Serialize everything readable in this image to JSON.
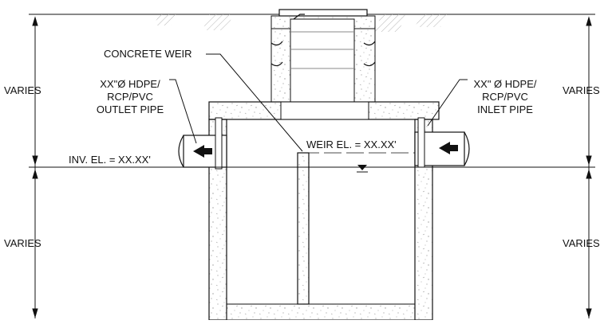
{
  "labels": {
    "concrete_weir": "CONCRETE WEIR",
    "outlet_pipe": [
      "XX\"Ø HDPE/",
      "RCP/PVC",
      "OUTLET PIPE"
    ],
    "inlet_pipe": [
      "XX\" Ø HDPE/",
      "RCP/PVC",
      "INLET PIPE"
    ],
    "inv_el": "INV. EL. = XX.XX'",
    "weir_el": "WEIR EL. = XX.XX'",
    "varies_upper_left": "VARIES",
    "varies_lower_left": "VARIES",
    "varies_upper_right": "VARIES",
    "varies_lower_right": "VARIES"
  },
  "colors": {
    "line": "#111111",
    "concrete_fill": "#ffffff",
    "concrete_speckle": "#9a9a9a",
    "soil_hatch": "#b8b8b8"
  }
}
